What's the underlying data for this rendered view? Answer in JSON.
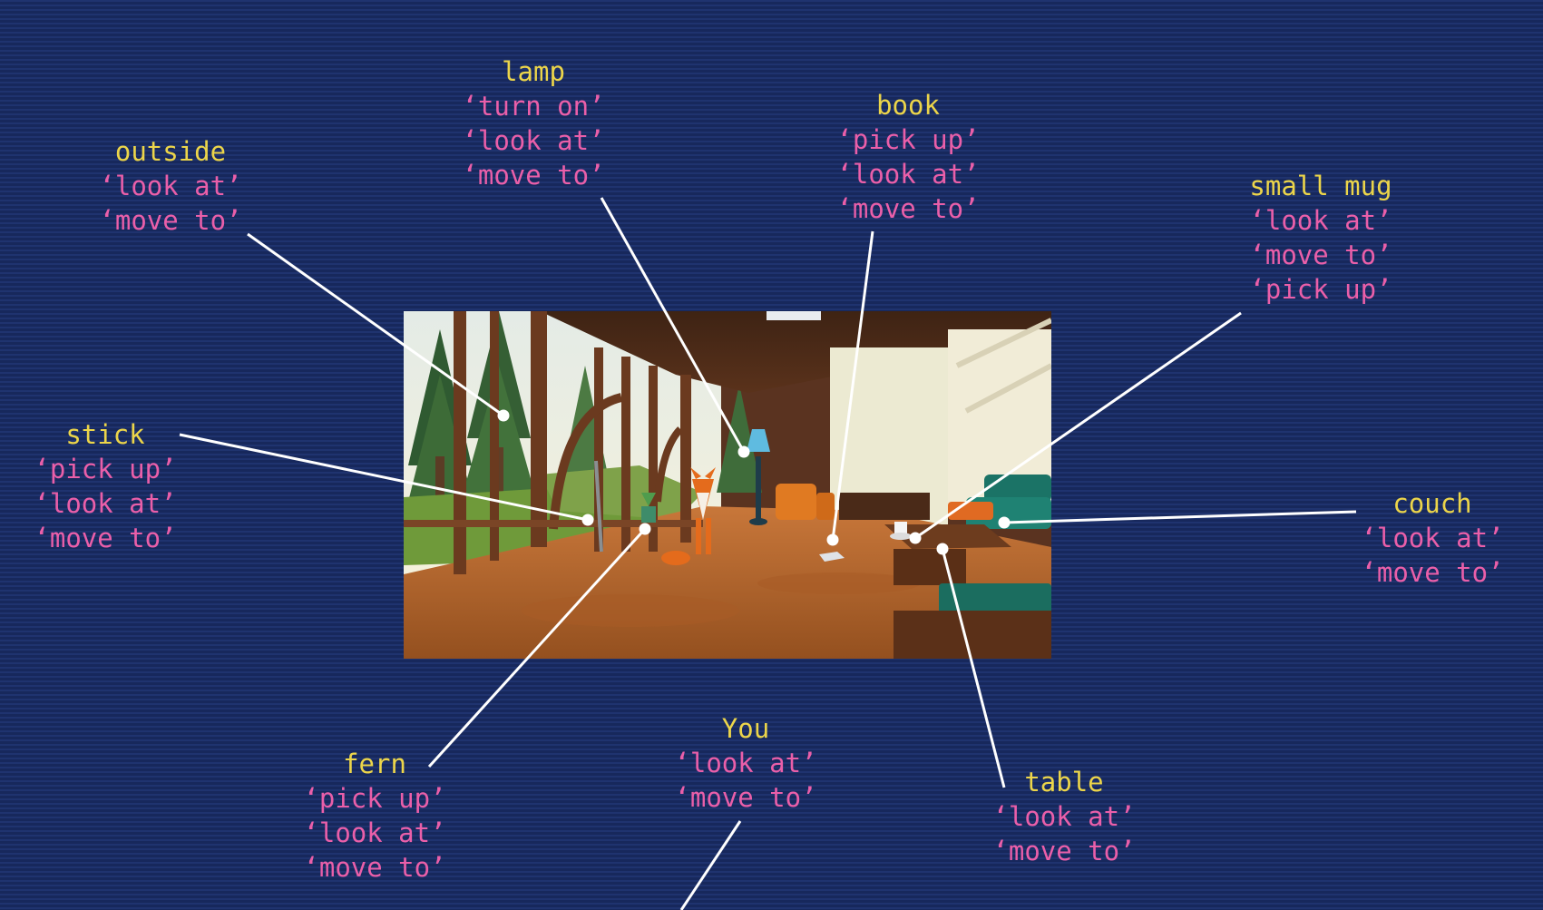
{
  "objects": [
    {
      "id": "lamp",
      "name": "lamp",
      "verbs": [
        "‘turn on’",
        "‘look at’",
        "‘move to’"
      ]
    },
    {
      "id": "book",
      "name": "book",
      "verbs": [
        "‘pick up’",
        "‘look at’",
        "‘move to’"
      ]
    },
    {
      "id": "outside",
      "name": "outside",
      "verbs": [
        "‘look at’",
        "‘move to’"
      ]
    },
    {
      "id": "small-mug",
      "name": "small mug",
      "verbs": [
        "‘look at’",
        "‘move to’",
        "‘pick up’"
      ]
    },
    {
      "id": "stick",
      "name": "stick",
      "verbs": [
        "‘pick up’",
        "‘look at’",
        "‘move to’"
      ]
    },
    {
      "id": "couch",
      "name": "couch",
      "verbs": [
        "‘look at’",
        "‘move to’"
      ]
    },
    {
      "id": "fern",
      "name": "fern",
      "verbs": [
        "‘pick up’",
        "‘look at’",
        "‘move to’"
      ]
    },
    {
      "id": "you",
      "name": "You",
      "verbs": [
        "‘look at’",
        "‘move to’"
      ]
    },
    {
      "id": "table",
      "name": "table",
      "verbs": [
        "‘look at’",
        "‘move to’"
      ]
    }
  ],
  "colors": {
    "object_name": "#ecd54a",
    "verb": "#ea5fa9",
    "connector": "#ffffff",
    "background": "#1b2d66"
  }
}
